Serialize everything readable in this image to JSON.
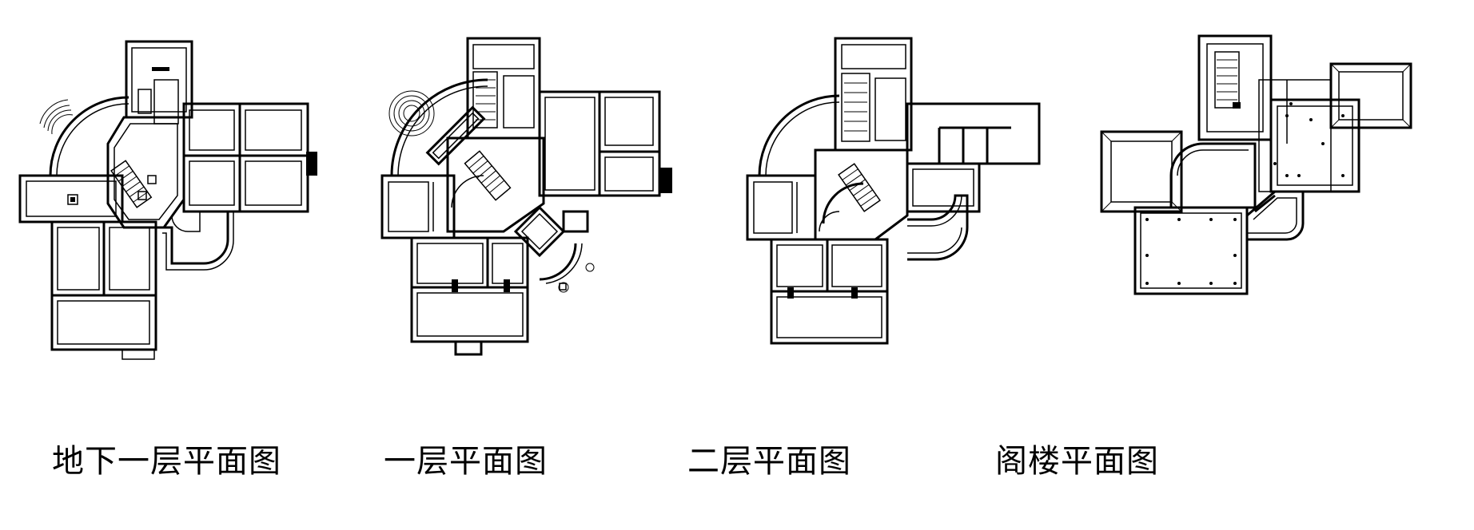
{
  "plans": [
    {
      "label": "地下一层平面图"
    },
    {
      "label": "一层平面图"
    },
    {
      "label": "二层平面图"
    },
    {
      "label": "阁楼平面图"
    }
  ]
}
